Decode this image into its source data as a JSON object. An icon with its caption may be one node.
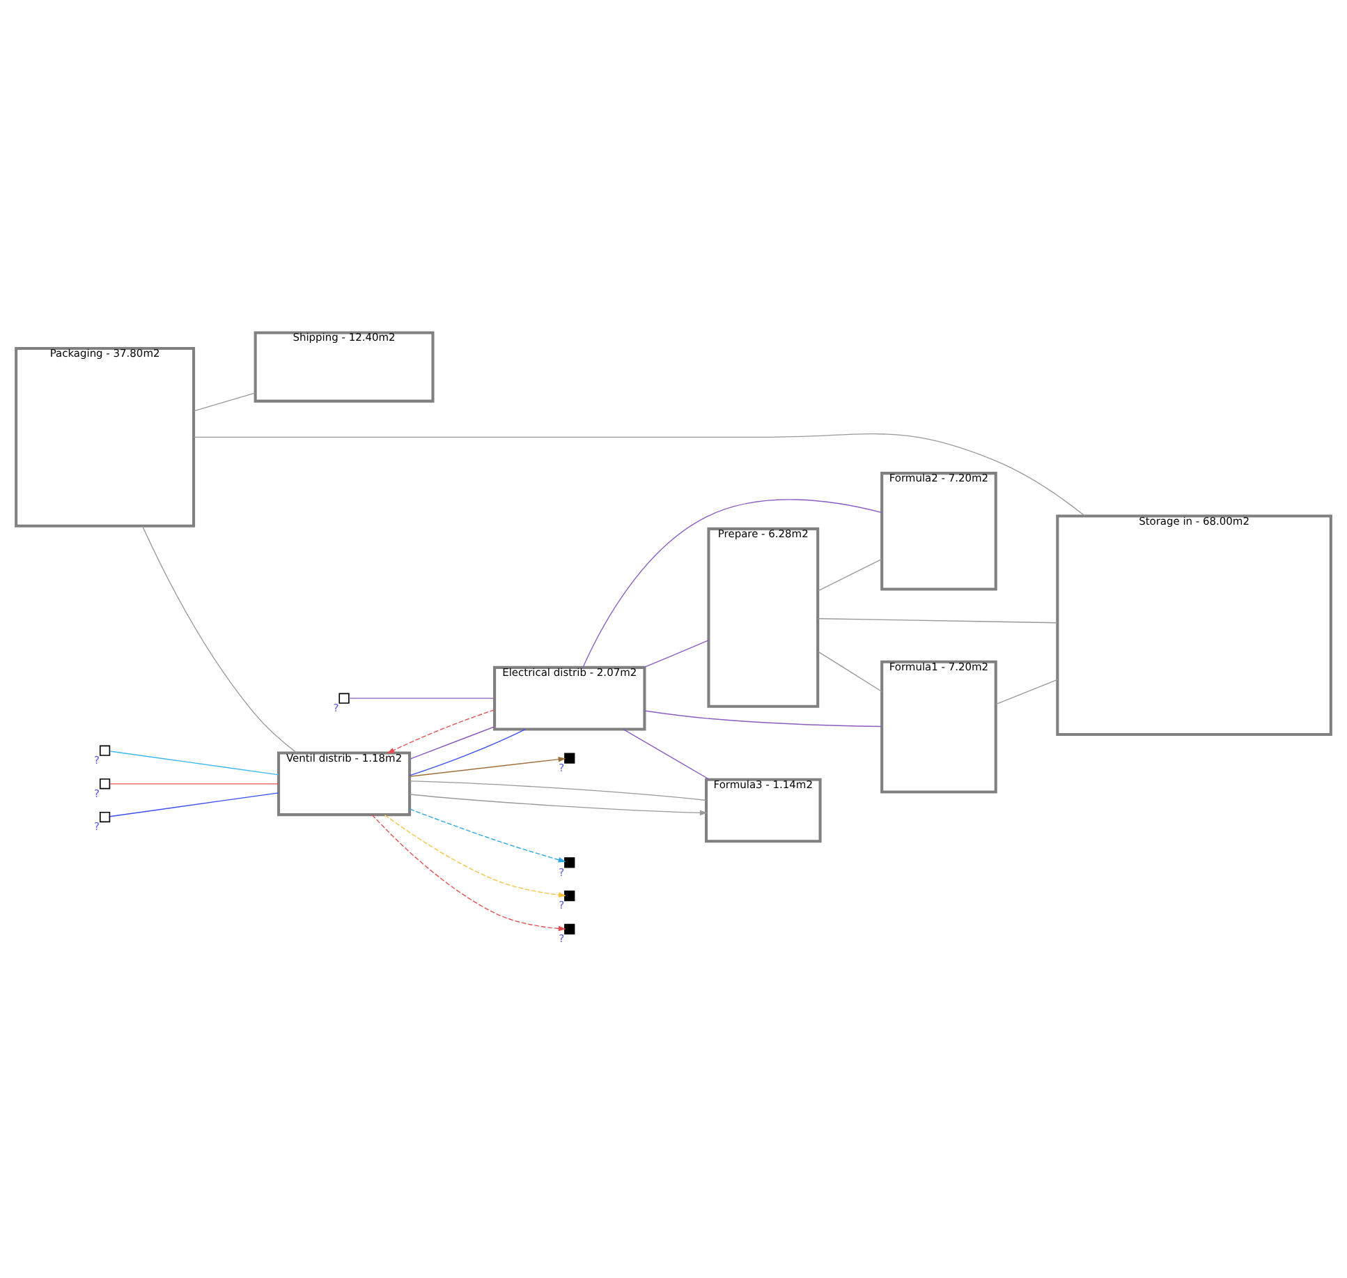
{
  "diagram": {
    "nodes": [
      {
        "text": [
          "Prepare - 6.28m2"
        ]
      },
      {
        "text": [
          "Formula1 - 7.20m2"
        ]
      },
      {
        "text": [
          "Packaging - 37.80m2"
        ]
      },
      {
        "text": [
          "Formula2 - 7.20m2"
        ]
      },
      {
        "text": [
          "Shipping - 12.40m2"
        ]
      },
      {
        "text": [
          "Electrical distrib - 2.07m2"
        ]
      },
      {
        "text": [
          "Formula3 - 1.14m2"
        ]
      },
      {
        "text": [
          "Ventil distrib - 1.18m2"
        ]
      },
      {
        "text": [
          "Storage in - 68.00m2"
        ]
      },
      {
        "text": [],
        "shape": "box",
        "beside": [
          "?"
        ]
      },
      {
        "text": [],
        "shape": "box",
        "beside": [
          "?"
        ]
      },
      {
        "text": [],
        "shape": "box",
        "beside": [
          "?"
        ]
      },
      {
        "text": [],
        "shape": "box",
        "beside": [
          "?"
        ]
      },
      {
        "text": [],
        "shape": "box",
        "beside": [
          "?"
        ]
      },
      {
        "text": [],
        "shape": "box",
        "beside": [
          "?"
        ]
      },
      {
        "text": [],
        "shape": "box",
        "beside": [
          "?"
        ]
      },
      {
        "text": [],
        "shape": "box",
        "beside": [
          "?"
        ]
      }
    ],
    "edges": [
      {
        "from": 0,
        "to": 1,
        "arrow": "none"
      },
      {
        "from": 0,
        "to": 3,
        "arrow": "none"
      },
      {
        "from": 5,
        "to": 0,
        "arrow": "none",
        "color": "#8a5cc0"
      },
      {
        "from": 5,
        "to": 6,
        "arrow": "none",
        "color": "#8a5cc0"
      },
      {
        "from": 5,
        "to": 1,
        "arrow": "none",
        "color": "#8a5cc0"
      },
      {
        "from": 5,
        "to": 3,
        "arrow": "none",
        "color": "#8a5cc0"
      },
      {
        "from": 5,
        "to": 7,
        "arrow": "none",
        "color": "#8a5cc0"
      },
      {
        "from": 5,
        "to": 7,
        "arrow": "to",
        "style": "dashed",
        "color": "#e05050"
      },
      {
        "from": 9,
        "to": 5,
        "arrow": "none",
        "color": "#8a5cc0"
      },
      {
        "from": 7,
        "to": 5,
        "arrow": "none",
        "color": "#3a4ff0"
      },
      {
        "from": 6,
        "to": 7,
        "arrow": "none"
      },
      {
        "from": 7,
        "to": 6,
        "arrow": "to"
      },
      {
        "from": 10,
        "to": 7,
        "arrow": "none",
        "color": "#f04a4a"
      },
      {
        "from": 11,
        "to": 7,
        "arrow": "none",
        "color": "#3a4ff0"
      },
      {
        "from": 12,
        "to": 7,
        "arrow": "none",
        "color": "#3cb8ec"
      },
      {
        "from": 7,
        "to": 13,
        "arrow": "to",
        "style": "dashed",
        "color": "#29a8e0"
      },
      {
        "from": 7,
        "to": 14,
        "arrow": "to",
        "style": "dashed",
        "color": "#f5c242"
      },
      {
        "from": 7,
        "to": 15,
        "arrow": "to",
        "style": "dashed",
        "color": "#e05050"
      },
      {
        "from": 7,
        "to": 16,
        "arrow": "to",
        "color": "#a0703a"
      },
      {
        "from": 2,
        "to": 7,
        "arrow": "none"
      },
      {
        "from": 0,
        "to": 8,
        "arrow": "none"
      },
      {
        "from": 1,
        "to": 8,
        "arrow": "none"
      },
      {
        "from": 2,
        "to": 4,
        "arrow": "none"
      },
      {
        "from": 2,
        "to": 8,
        "arrow": "none"
      }
    ]
  }
}
